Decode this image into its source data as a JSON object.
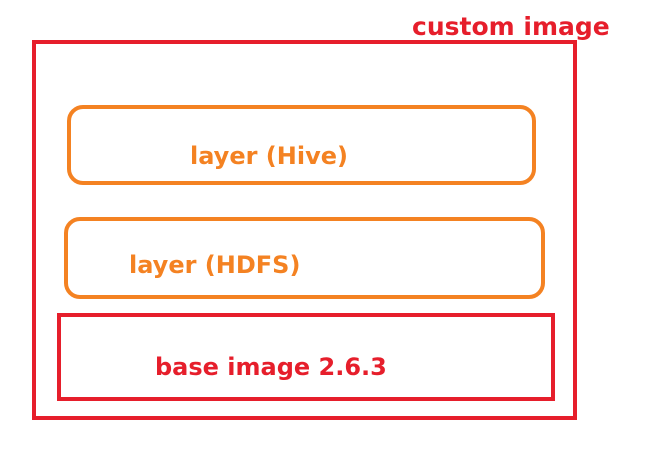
{
  "title": "custom image",
  "layers": [
    {
      "label": "layer (Hive)"
    },
    {
      "label": "layer (HDFS)"
    }
  ],
  "base": {
    "label": "base image 2.6.3"
  },
  "colors": {
    "red": "#e61e2b",
    "orange": "#f48222"
  }
}
